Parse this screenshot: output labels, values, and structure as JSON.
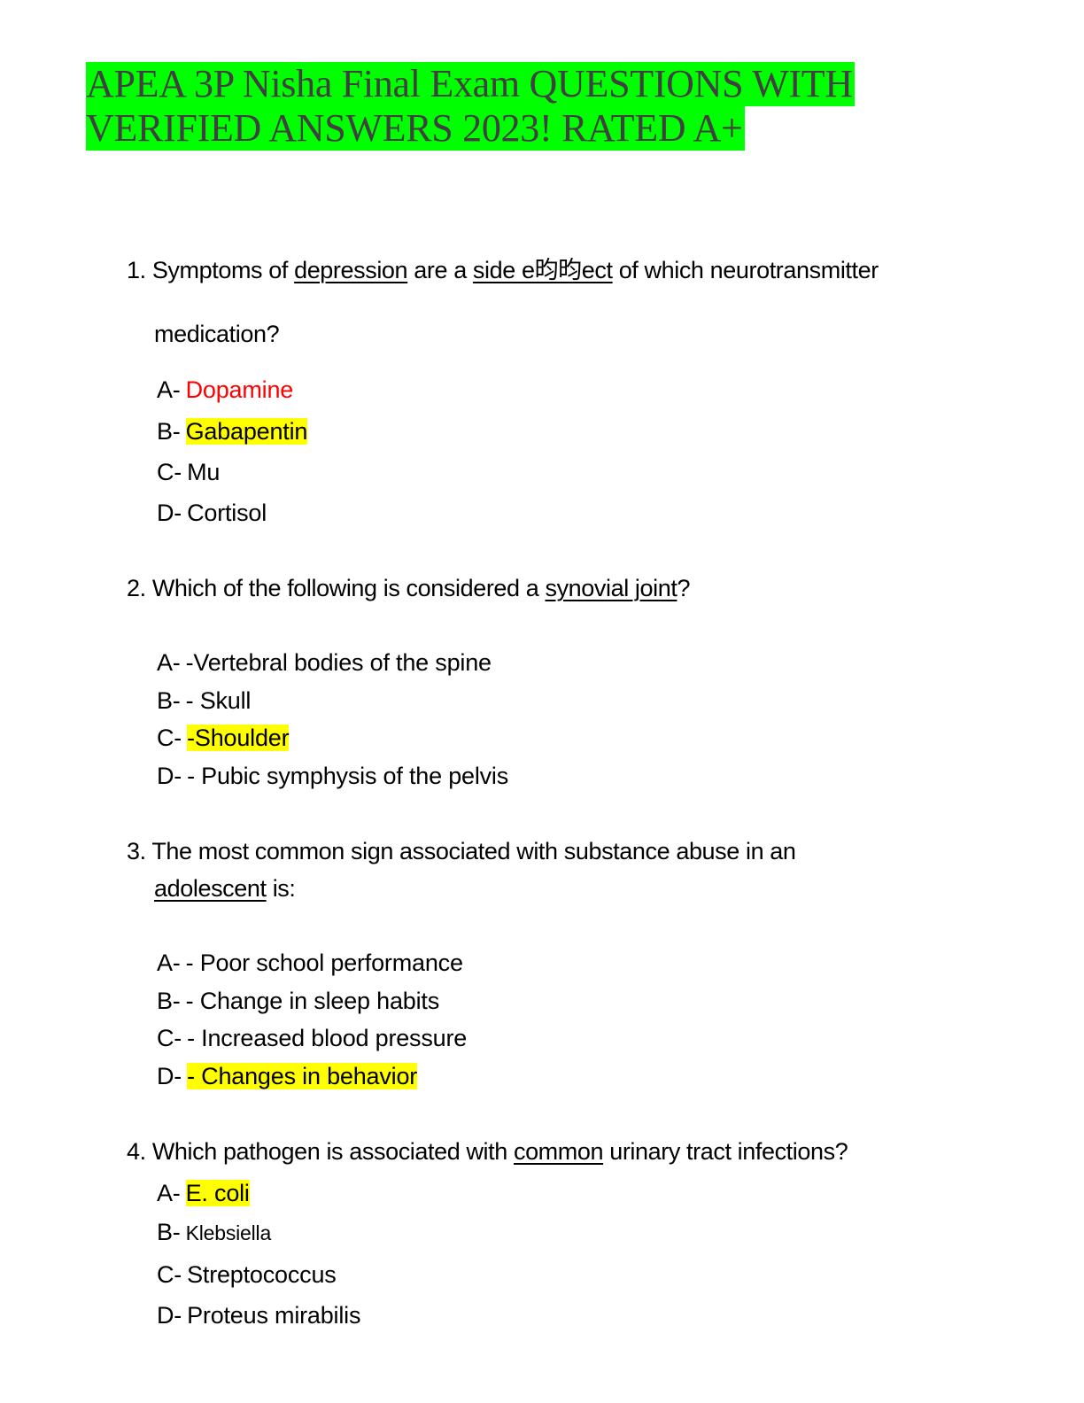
{
  "document": {
    "title_lines": [
      "APEA 3P Nisha Final Exam QUESTIONS WITH ",
      "VERIFIED ANSWERS 2023! RATED A+"
    ],
    "highlight_colors": {
      "title": "#00ff00",
      "answer": "#ffff00",
      "red_text": "#ff0000"
    }
  },
  "questions": [
    {
      "number": "1.",
      "text_parts": [
        "Symptoms of ",
        "depression",
        " are a ",
        "side e昀昀ect",
        " of which neurotransmitter"
      ],
      "continuation": "medication?",
      "options": [
        {
          "label": "A-",
          "text": "Dopamine",
          "style": "red"
        },
        {
          "label": "B-",
          "text": "Gabapentin",
          "style": "highlighted"
        },
        {
          "label": "C-",
          "text": "Mu",
          "style": "normal"
        },
        {
          "label": "D-",
          "text": "Cortisol",
          "style": "normal"
        }
      ]
    },
    {
      "number": "2.",
      "text_parts": [
        "Which of the following is considered a ",
        "synovial joint",
        "?"
      ],
      "options": [
        {
          "label": "A-",
          "text": "-Vertebral bodies of the spine",
          "style": "normal"
        },
        {
          "label": "B-",
          "text": "- Skull",
          "style": "normal"
        },
        {
          "label": "C-",
          "text": "-Shoulder",
          "style": "highlighted"
        },
        {
          "label": "D-",
          "text": "- Pubic symphysis of the pelvis",
          "style": "normal"
        }
      ]
    },
    {
      "number": "3.",
      "text_parts": [
        "The most common sign associated with substance abuse in an"
      ],
      "continuation_parts": [
        "adolescent",
        " is:"
      ],
      "options": [
        {
          "label": "A-",
          "text": "- Poor school performance",
          "style": "normal"
        },
        {
          "label": "B-",
          "text": "- Change in sleep habits",
          "style": "normal"
        },
        {
          "label": "C-",
          "text": "- Increased blood pressure",
          "style": "normal"
        },
        {
          "label": "D-",
          "text": "- Changes in behavior",
          "style": "highlighted"
        }
      ]
    },
    {
      "number": "4.",
      "text_parts": [
        "Which pathogen is associated with ",
        "common",
        " urinary tract infections?"
      ],
      "options": [
        {
          "label": "A-",
          "text": "E. coli",
          "style": "highlighted"
        },
        {
          "label": "B-",
          "text": "Klebsiella",
          "style": "small"
        },
        {
          "label": "C-",
          "text": "Streptococcus",
          "style": "normal"
        },
        {
          "label": "D-",
          "text": "Proteus mirabilis",
          "style": "normal"
        }
      ]
    }
  ]
}
